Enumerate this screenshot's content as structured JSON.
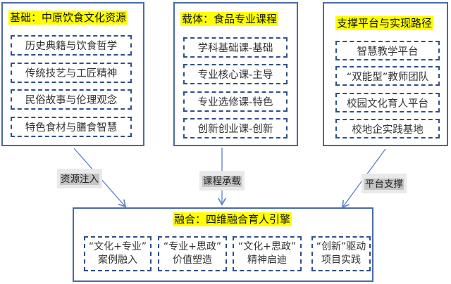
{
  "panels": {
    "foundation": {
      "title": "基础：中原饮食文化资源",
      "items": [
        "历史典籍与饮食哲学",
        "传统技艺与工匠精神",
        "民俗故事与伦理观念",
        "特色食材与膳食智慧"
      ]
    },
    "carrier": {
      "title": "载体：食品专业课程",
      "items": [
        "学科基础课-基础",
        "专业核心课-主导",
        "专业选修课-特色",
        "创新创业课-创新"
      ]
    },
    "support": {
      "title": "支撑平台与实现路径",
      "items": [
        "智慧教学平台",
        "“双能型”教师团队",
        "校园文化育人平台",
        "校地企实践基地"
      ]
    },
    "fusion": {
      "title": "融合：四维融合育人引擎",
      "items": [
        {
          "line1": "“文化+专业”",
          "line2": "案例融入"
        },
        {
          "line1": "“专业+思政”",
          "line2": "价值塑造"
        },
        {
          "line1": "“文化+思政”",
          "line2": "精神启迪"
        },
        {
          "line1": "“创新”驱动",
          "line2": "项目实践"
        }
      ]
    }
  },
  "connectors": {
    "resource_injection": "资源注入",
    "course_bearing": "课程承载",
    "platform_support": "平台支撑"
  },
  "colors": {
    "panel_border": "#4a6aa5",
    "dashed_border": "#2f4f8a",
    "title_highlight": "#ffff00",
    "arrow": "#5b7fc7",
    "label_bg": "#c4c4c4"
  }
}
